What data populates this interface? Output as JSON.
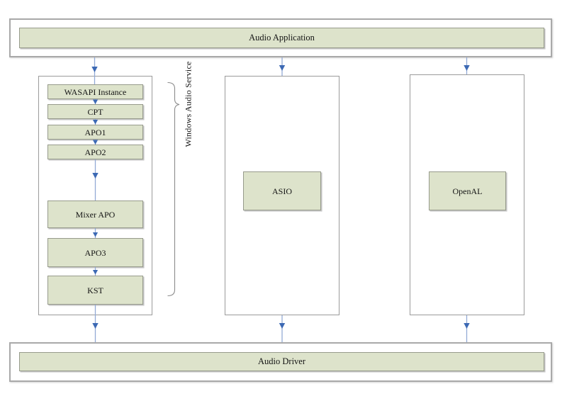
{
  "top_bar": {
    "label": "Audio Application"
  },
  "bottom_bar": {
    "label": "Audio Driver"
  },
  "windows_audio_service": {
    "brace_label": "Windows Audio Service",
    "nodes": [
      "WASAPI Instance",
      "CPT",
      "APO1",
      "APO2",
      "Mixer APO",
      "APO3",
      "KST"
    ]
  },
  "asio_column": {
    "label": "ASIO"
  },
  "openal_column": {
    "label": "OpenAL"
  },
  "colors": {
    "node_fill": "#dde3cb",
    "node_border": "#979b8c",
    "container_border": "#a9a9a9",
    "arrow_line": "#93abd6",
    "arrow_head": "#3c69b4",
    "text": "#141414",
    "background": "#ffffff"
  }
}
